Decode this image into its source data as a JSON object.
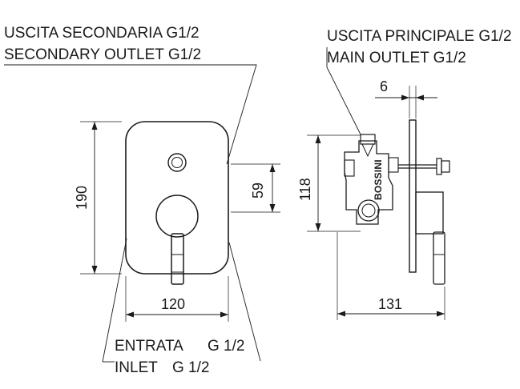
{
  "labels": {
    "secondary_outlet_it": "USCITA SECONDARIA G1/2",
    "secondary_outlet_en": "SECONDARY OUTLET G1/2",
    "main_outlet_it": "USCITA PRINCIPALE G1/2",
    "main_outlet_en": "MAIN OUTLET G1/2",
    "inlet_it_word": "ENTRATA",
    "inlet_it_size": "G 1/2",
    "inlet_en_word": "INLET",
    "inlet_en_size": "G 1/2",
    "brand_on_body": "BOSSINI"
  },
  "dimensions": {
    "front_height": "190",
    "front_width": "120",
    "outlet_offset": "59",
    "side_height": "118",
    "side_depth": "131",
    "plate_thickness": "6"
  }
}
